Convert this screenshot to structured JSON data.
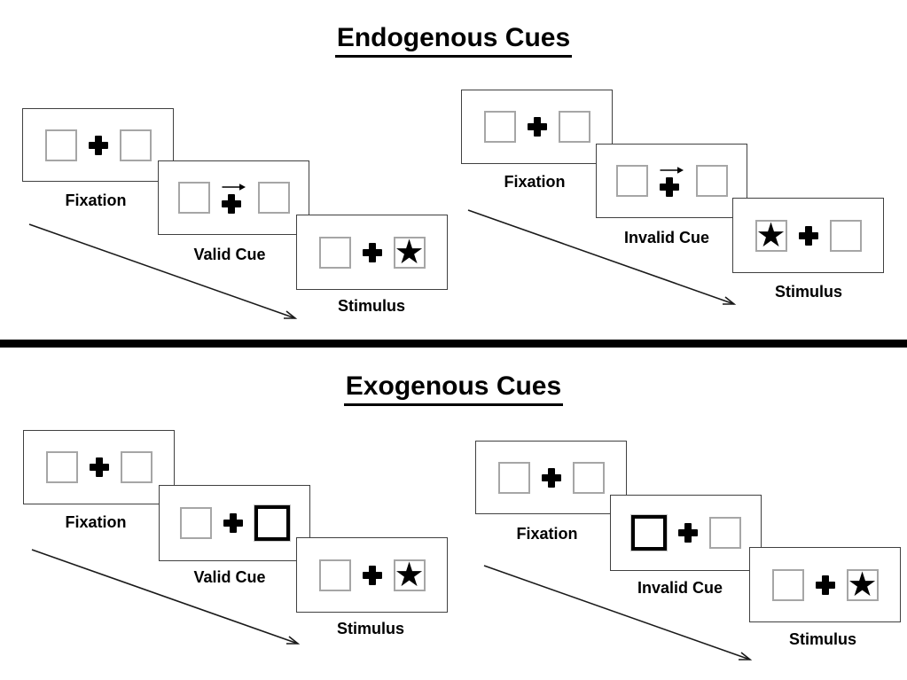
{
  "colors": {
    "background": "#ffffff",
    "ink": "#000000",
    "panel_border": "#404040",
    "placeholder_box_border": "#a6a6a6",
    "thick_cue_border": "#000000",
    "divider": "#000000"
  },
  "icons": {
    "target_star": "★",
    "endogenous_cue_arrow": "→",
    "timeline_arrow": "↘",
    "fixation_cross": "✚"
  },
  "sections": [
    {
      "title": "Endogenous Cues",
      "trials": [
        {
          "name": "valid",
          "frames": [
            {
              "label": "Fixation",
              "cue": "none",
              "left_variant": "normal",
              "right_variant": "normal",
              "left_glyph": "",
              "right_glyph": ""
            },
            {
              "label": "Valid Cue",
              "cue": "arrow",
              "left_variant": "normal",
              "right_variant": "normal",
              "left_glyph": "",
              "right_glyph": ""
            },
            {
              "label": "Stimulus",
              "cue": "none",
              "left_variant": "normal",
              "right_variant": "normal",
              "left_glyph": "",
              "right_glyph": "★"
            }
          ]
        },
        {
          "name": "invalid",
          "frames": [
            {
              "label": "Fixation",
              "cue": "none",
              "left_variant": "normal",
              "right_variant": "normal",
              "left_glyph": "",
              "right_glyph": ""
            },
            {
              "label": "Invalid Cue",
              "cue": "arrow",
              "left_variant": "normal",
              "right_variant": "normal",
              "left_glyph": "",
              "right_glyph": ""
            },
            {
              "label": "Stimulus",
              "cue": "none",
              "left_variant": "normal",
              "right_variant": "normal",
              "left_glyph": "★",
              "right_glyph": ""
            }
          ]
        }
      ]
    },
    {
      "title": "Exogenous Cues",
      "trials": [
        {
          "name": "valid",
          "frames": [
            {
              "label": "Fixation",
              "cue": "none",
              "left_variant": "normal",
              "right_variant": "normal",
              "left_glyph": "",
              "right_glyph": ""
            },
            {
              "label": "Valid Cue",
              "cue": "none",
              "left_variant": "normal",
              "right_variant": "thick",
              "left_glyph": "",
              "right_glyph": ""
            },
            {
              "label": "Stimulus",
              "cue": "none",
              "left_variant": "normal",
              "right_variant": "normal",
              "left_glyph": "",
              "right_glyph": "★"
            }
          ]
        },
        {
          "name": "invalid",
          "frames": [
            {
              "label": "Fixation",
              "cue": "none",
              "left_variant": "normal",
              "right_variant": "normal",
              "left_glyph": "",
              "right_glyph": ""
            },
            {
              "label": "Invalid Cue",
              "cue": "none",
              "left_variant": "thick",
              "right_variant": "normal",
              "left_glyph": "",
              "right_glyph": ""
            },
            {
              "label": "Stimulus",
              "cue": "none",
              "left_variant": "normal",
              "right_variant": "normal",
              "left_glyph": "",
              "right_glyph": "★"
            }
          ]
        }
      ]
    }
  ]
}
